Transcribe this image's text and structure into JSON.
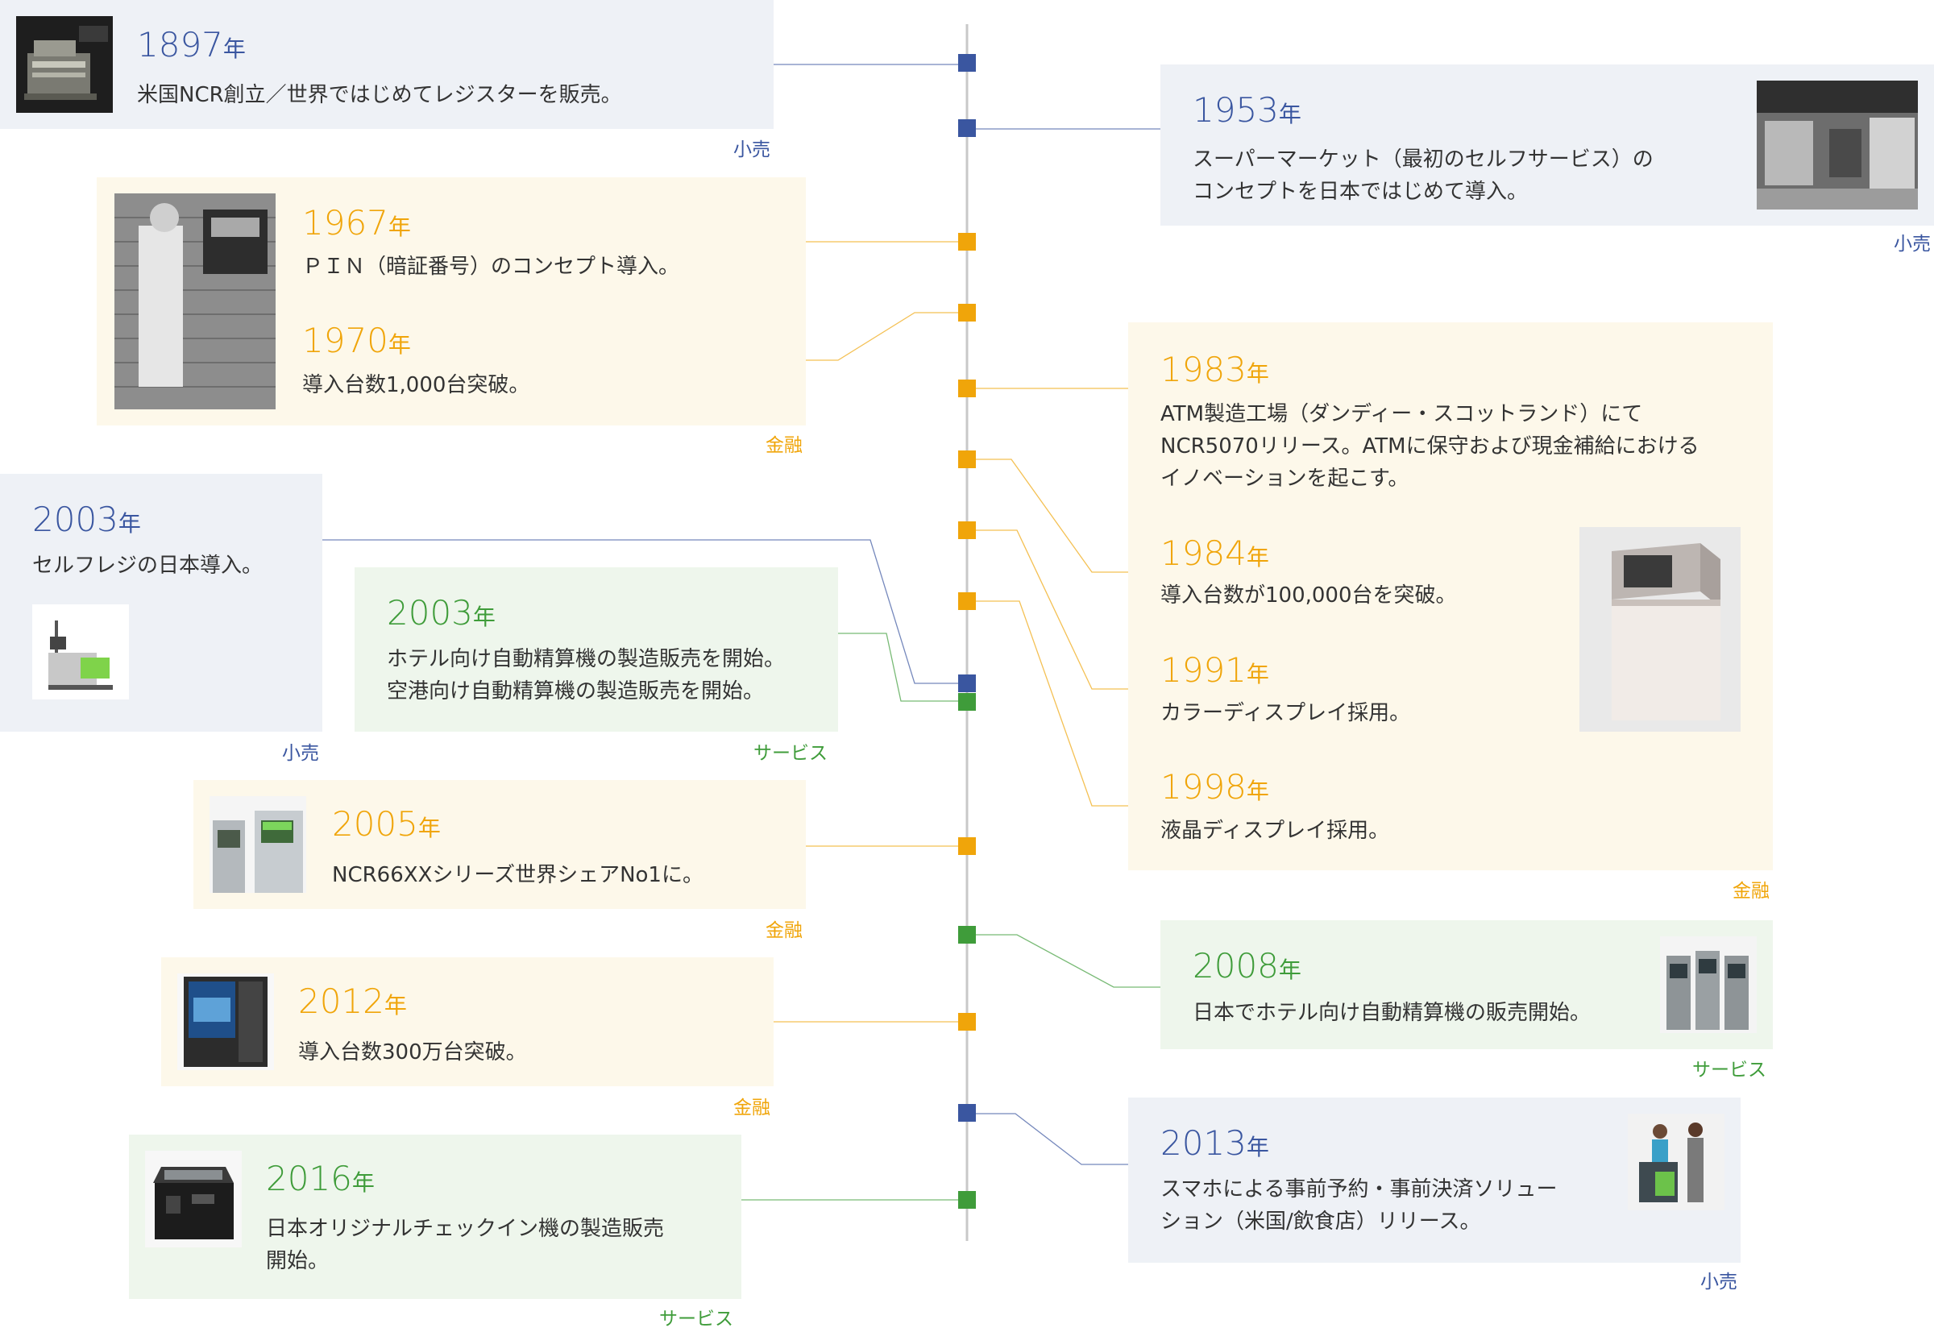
{
  "entries": [
    {
      "year": "1897",
      "unit": "年",
      "text": [
        "米国NCR創立／世界ではじめてレジスターを販売。"
      ],
      "category": "小売"
    },
    {
      "year": "1953",
      "unit": "年",
      "text": [
        "スーパーマーケット（最初のセルフサービス）の",
        "コンセプトを日本ではじめて導入。"
      ],
      "category": "小売"
    },
    {
      "year": "1967",
      "unit": "年",
      "text": [
        "ＰＩＮ（暗証番号）のコンセプト導入。"
      ]
    },
    {
      "year": "1970",
      "unit": "年",
      "text": [
        "導入台数1,000台突破。"
      ],
      "category": "金融"
    },
    {
      "year": "1983",
      "unit": "年",
      "text": [
        "ATM製造工場（ダンディー・スコットランド）にて",
        "NCR5070リリース。ATMに保守および現金補給における",
        "イノベーションを起こす。"
      ]
    },
    {
      "year": "1984",
      "unit": "年",
      "text": [
        "導入台数が100,000台を突破。"
      ]
    },
    {
      "year": "1991",
      "unit": "年",
      "text": [
        "カラーディスプレイ採用。"
      ]
    },
    {
      "year": "1998",
      "unit": "年",
      "text": [
        "液晶ディスプレイ採用。"
      ],
      "category": "金融"
    },
    {
      "year": "2003",
      "unit": "年",
      "text": [
        "セルフレジの日本導入。"
      ],
      "category": "小売"
    },
    {
      "year": "2003",
      "unit": "年",
      "text": [
        "ホテル向け自動精算機の製造販売を開始。",
        "空港向け自動精算機の製造販売を開始。"
      ],
      "category": "サービス"
    },
    {
      "year": "2005",
      "unit": "年",
      "text": [
        "NCR66XXシリーズ世界シェアNo1に。"
      ],
      "category": "金融"
    },
    {
      "year": "2008",
      "unit": "年",
      "text": [
        "日本でホテル向け自動精算機の販売開始。"
      ],
      "category": "サービス"
    },
    {
      "year": "2012",
      "unit": "年",
      "text": [
        "導入台数300万台突破。"
      ],
      "category": "金融"
    },
    {
      "year": "2013",
      "unit": "年",
      "text": [
        "スマホによる事前予約・事前決済ソリュー",
        "ション（米国/飲食店）リリース。"
      ],
      "category": "小売"
    },
    {
      "year": "2016",
      "unit": "年",
      "text": [
        "日本オリジナルチェックイン機の製造販売",
        "開始。"
      ],
      "category": "サービス"
    }
  ],
  "colors": {
    "retail": "#3a56a0",
    "finance": "#f0a50a",
    "service": "#3f9c3a",
    "axis": "#c8c8c8"
  }
}
